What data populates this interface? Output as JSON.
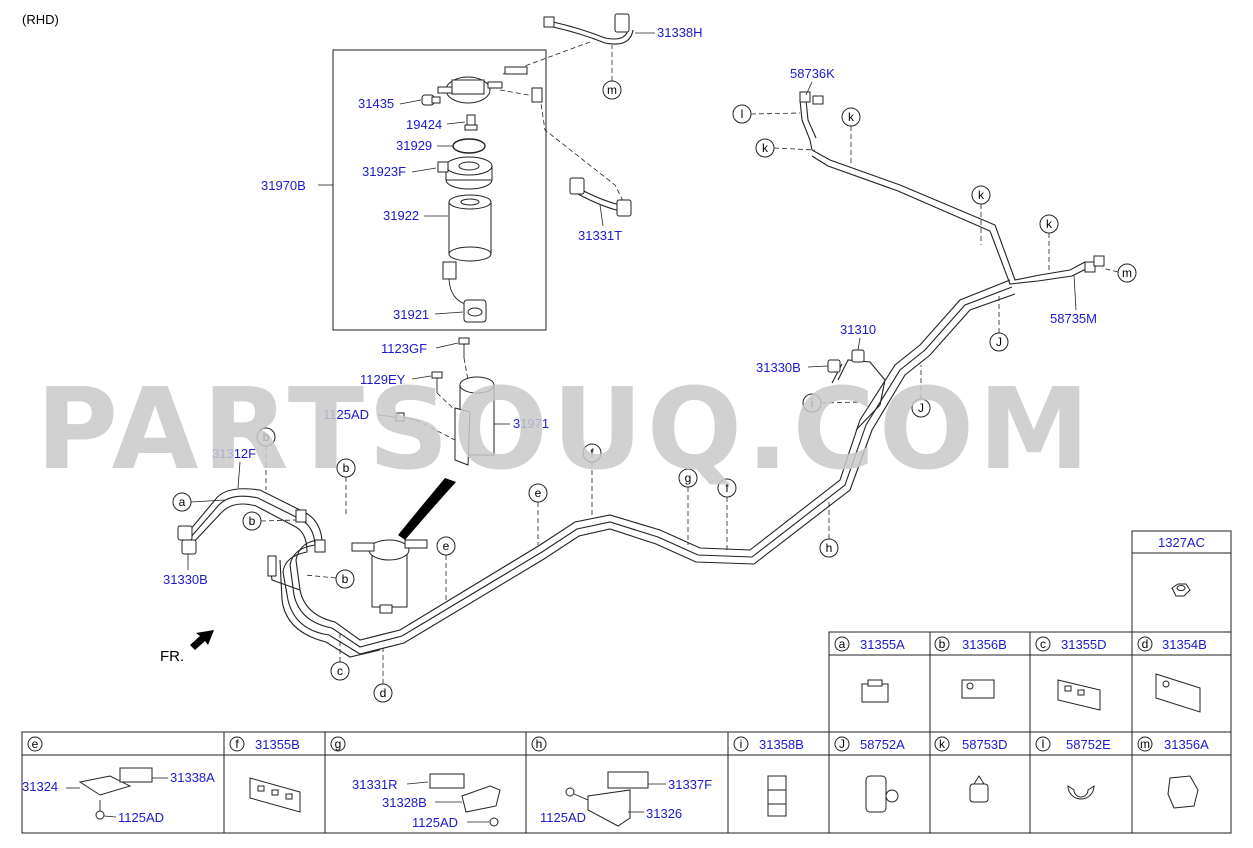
{
  "variant": "(RHD)",
  "watermark": "PARTSOUQ.COM",
  "front_label": "FR.",
  "part_labels": {
    "p31338H": "31338H",
    "p58736K": "58736K",
    "p31435": "31435",
    "p19424": "19424",
    "p31929": "31929",
    "p31923F": "31923F",
    "p31970B": "31970B",
    "p31922": "31922",
    "p31331T": "31331T",
    "p31921": "31921",
    "p1123GF": "1123GF",
    "p1129EY": "1129EY",
    "p1125AD": "1125AD",
    "p31971": "31971",
    "p31312F": "31312F",
    "p31330B_left": "31330B",
    "p31310": "31310",
    "p31330B_right": "31330B",
    "p58735M": "58735M"
  },
  "callouts": {
    "a": "a",
    "b": "b",
    "c": "c",
    "d": "d",
    "e": "e",
    "f": "f",
    "g": "g",
    "h": "h",
    "i": "i",
    "j": "J",
    "k": "k",
    "l": "l",
    "m": "m"
  },
  "legend": {
    "extra": {
      "code": "1327AC"
    },
    "top_row": [
      {
        "letter": "a",
        "code": "31355A"
      },
      {
        "letter": "b",
        "code": "31356B"
      },
      {
        "letter": "c",
        "code": "31355D"
      },
      {
        "letter": "d",
        "code": "31354B"
      }
    ],
    "bottom_row": [
      {
        "letter": "e",
        "code": ""
      },
      {
        "letter": "f",
        "code": "31355B"
      },
      {
        "letter": "g",
        "code": ""
      },
      {
        "letter": "h",
        "code": ""
      },
      {
        "letter": "i",
        "code": "31358B"
      },
      {
        "letter": "J",
        "code": "58752A"
      },
      {
        "letter": "k",
        "code": "58753D"
      },
      {
        "letter": "l",
        "code": "58752E"
      },
      {
        "letter": "m",
        "code": "31356A"
      }
    ],
    "e_parts": {
      "a": "31324",
      "b": "31338A",
      "c": "1125AD"
    },
    "g_parts": {
      "a": "31331R",
      "b": "31328B",
      "c": "1125AD"
    },
    "h_parts": {
      "a": "1125AD",
      "b": "31337F",
      "c": "31326"
    }
  }
}
